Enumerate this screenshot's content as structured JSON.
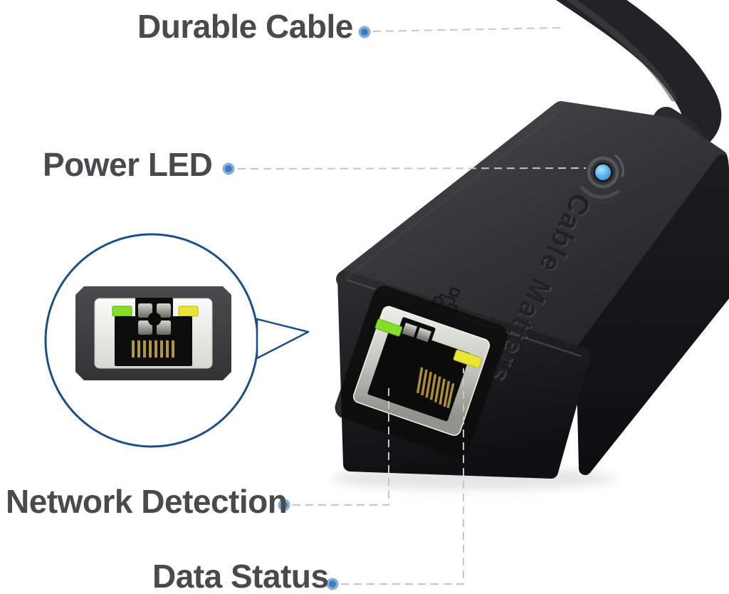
{
  "scene": {
    "type": "annotated product photo",
    "product": "USB to Gigabit Ethernet network adapter",
    "background": "#ffffff"
  },
  "branding": {
    "logo_text": "Cable Matters"
  },
  "callouts": [
    {
      "id": "durable-cable",
      "label": "Durable Cable"
    },
    {
      "id": "power-led",
      "label": "Power LED"
    },
    {
      "id": "network-detection",
      "label": "Network Detection"
    },
    {
      "id": "data-status",
      "label": "Data Status"
    }
  ],
  "leds": {
    "power": {
      "color": "#3f9fe0",
      "meaning": "Power LED"
    },
    "network": {
      "color": "#86de2a",
      "meaning": "Network Detection"
    },
    "data": {
      "color": "#e9e535",
      "meaning": "Data Status"
    }
  },
  "colors": {
    "label_text": "#4a4a4c",
    "callout_dot": "#3e7cbe",
    "callout_dot_ring": "#88aed8",
    "callout_line": "#c3c6cb",
    "inset_border": "#1d4e89",
    "device_body": "#2e2e31",
    "port_metal": "#c9c9c3",
    "pins_gold": "#b5953f"
  },
  "icons": {
    "ethernet_icon": "embossed ethernet-network glyph above RJ45 port",
    "logo_mark": "Cable Matters figure around power LED"
  }
}
